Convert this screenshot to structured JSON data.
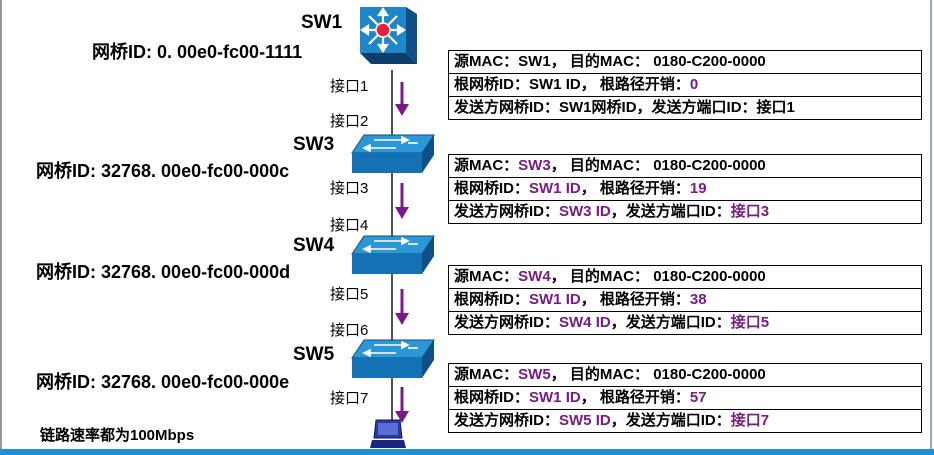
{
  "switches": [
    {
      "name": "SW1",
      "bridge_id": "网桥ID: 0. 00e0-fc00-1111"
    },
    {
      "name": "SW3",
      "bridge_id": "网桥ID: 32768. 00e0-fc00-000c"
    },
    {
      "name": "SW4",
      "bridge_id": "网桥ID: 32768. 00e0-fc00-000d"
    },
    {
      "name": "SW5",
      "bridge_id": "网桥ID: 32768. 00e0-fc00-000e"
    }
  ],
  "ports": [
    "接口1",
    "接口2",
    "接口3",
    "接口4",
    "接口5",
    "接口6",
    "接口7"
  ],
  "bpdus": [
    {
      "src_label": "源MAC：",
      "src": "SW1",
      "dst_label": "， 目的MAC： ",
      "dst": "0180-C200-0000",
      "root_label": "根网桥ID：",
      "root": "SW1 ID",
      "cost_label": "， 根路径开销：",
      "cost": "0",
      "sender_label": "发送方网桥ID：",
      "sender": "SW1网桥ID",
      "port_label": "，发送方端口ID：",
      "port": "接口1"
    },
    {
      "src_label": "源MAC：",
      "src": "SW3",
      "dst_label": "， 目的MAC： ",
      "dst": "0180-C200-0000",
      "root_label": "根网桥ID：",
      "root": "SW1 ID",
      "cost_label": "， 根路径开销：",
      "cost": "19",
      "sender_label": "发送方网桥ID：",
      "sender": "SW3 ID",
      "port_label": "，发送方端口ID：",
      "port": "接口3"
    },
    {
      "src_label": "源MAC：",
      "src": "SW4",
      "dst_label": "， 目的MAC： ",
      "dst": "0180-C200-0000",
      "root_label": "根网桥ID：",
      "root": "SW1 ID",
      "cost_label": "， 根路径开销：",
      "cost": "38",
      "sender_label": "发送方网桥ID：",
      "sender": "SW4 ID",
      "port_label": "，发送方端口ID：",
      "port": "接口5"
    },
    {
      "src_label": "源MAC：",
      "src": "SW5",
      "dst_label": "， 目的MAC： ",
      "dst": "0180-C200-0000",
      "root_label": "根网桥ID：",
      "root": "SW1 ID",
      "cost_label": "， 根路径开销：",
      "cost": "57",
      "sender_label": "发送方网桥ID：",
      "sender": "SW5 ID",
      "port_label": "，发送方端口ID：",
      "port": "接口7"
    }
  ],
  "footer": {
    "note": "链路速率都为100Mbps"
  },
  "colors": {
    "highlight": "#7a1a86",
    "arrow": "#7a1a86",
    "switch_face": "#1f86c8",
    "switch_side": "#0d4f86",
    "root_hub": "#e3233d",
    "pc": "#2a3aa6"
  },
  "icons": {
    "root_switch": "core-switch-icon",
    "switch": "switch-icon",
    "pc": "pc-icon",
    "arrow": "arrow-down-icon"
  }
}
